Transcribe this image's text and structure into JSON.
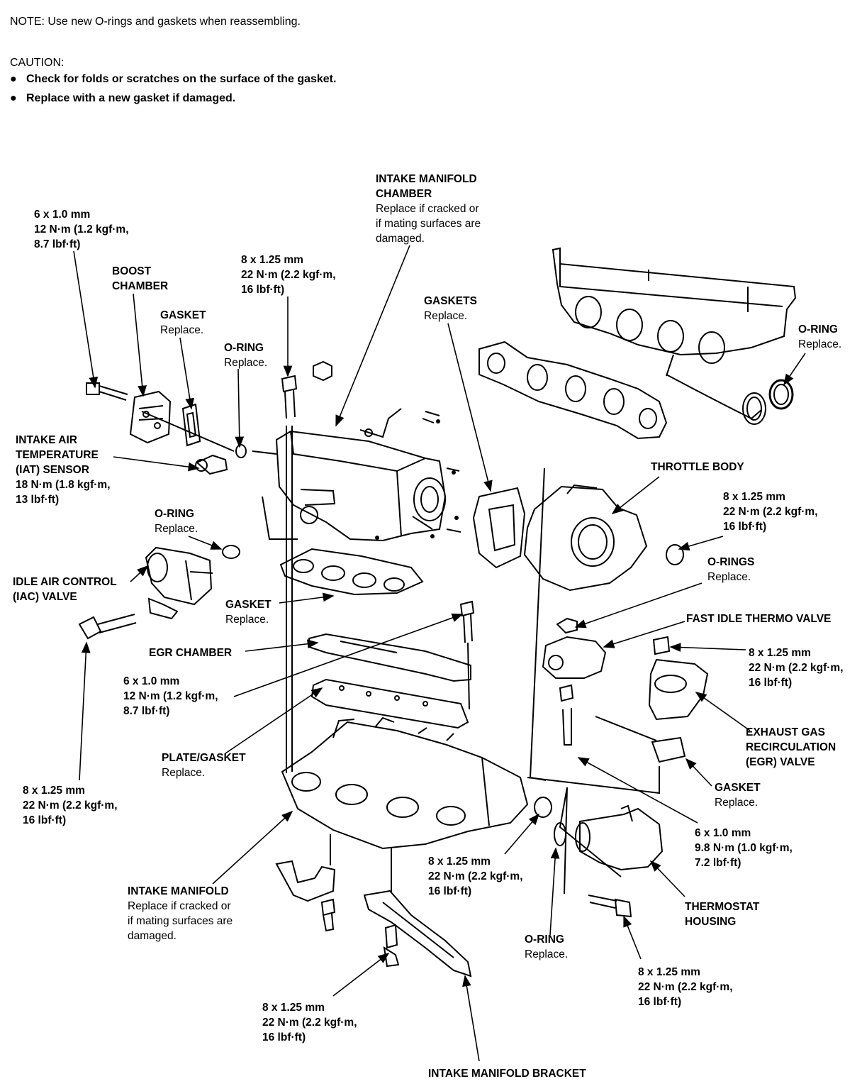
{
  "note": "NOTE:  Use new O-rings and gaskets when reassembling.",
  "caution": {
    "title": "CAUTION:",
    "items": [
      "Check for folds or scratches on the surface of the gasket.",
      "Replace with a new gasket if damaged."
    ]
  },
  "labels": {
    "intake_chamber": {
      "name1": "INTAKE MANIFOLD",
      "name2": "CHAMBER",
      "note1": "Replace if cracked or",
      "note2": "if mating surfaces are",
      "note3": "damaged."
    },
    "bolt_6x10_top": {
      "l1": "6 x 1.0 mm",
      "l2": "12 N·m (1.2 kgf·m,",
      "l3": "8.7 lbf·ft)"
    },
    "boost_chamber": {
      "l1": "BOOST",
      "l2": "CHAMBER"
    },
    "gasket_top": {
      "name": "GASKET",
      "note": "Replace."
    },
    "oring_top": {
      "name": "O-RING",
      "note": "Replace."
    },
    "bolt_8x125_top": {
      "l1": "8 x 1.25 mm",
      "l2": "22 N·m (2.2 kgf·m,",
      "l3": "16 lbf·ft)"
    },
    "gaskets_right": {
      "name": "GASKETS",
      "note": "Replace."
    },
    "oring_right": {
      "name": "O-RING",
      "note": "Replace."
    },
    "iat_sensor": {
      "l1": "INTAKE AIR",
      "l2": "TEMPERATURE",
      "l3": "(IAT) SENSOR",
      "l4": "18 N·m (1.8 kgf·m,",
      "l5": "13 lbf·ft)"
    },
    "throttle_body": {
      "name": "THROTTLE BODY"
    },
    "bolt_8x125_throttle": {
      "l1": "8 x 1.25 mm",
      "l2": "22 N·m (2.2 kgf·m,",
      "l3": "16 lbf·ft)"
    },
    "oring_iac": {
      "name": "O-RING",
      "note": "Replace."
    },
    "orings_right": {
      "name": "O-RINGS",
      "note": "Replace."
    },
    "iac_valve": {
      "l1": "IDLE AIR CONTROL",
      "l2": "(IAC) VALVE"
    },
    "gasket_mid": {
      "name": "GASKET",
      "note": "Replace."
    },
    "fast_idle": {
      "name": "FAST IDLE THERMO VALVE"
    },
    "egr_chamber": {
      "name": "EGR CHAMBER"
    },
    "bolt_8x125_egr": {
      "l1": "8 x 1.25 mm",
      "l2": "22 N·m (2.2 kgf·m,",
      "l3": "16 lbf·ft)"
    },
    "bolt_6x10_mid": {
      "l1": "6 x 1.0 mm",
      "l2": "12 N·m (1.2 kgf·m,",
      "l3": "8.7 lbf·ft)"
    },
    "egr_valve": {
      "l1": "EXHAUST GAS",
      "l2": "RECIRCULATION",
      "l3": "(EGR) VALVE"
    },
    "plate_gasket": {
      "name": "PLATE/GASKET",
      "note": "Replace."
    },
    "gasket_egr": {
      "name": "GASKET",
      "note": "Replace."
    },
    "bolt_8x125_left": {
      "l1": "8 x 1.25 mm",
      "l2": "22 N·m (2.2 kgf·m,",
      "l3": "16 lbf·ft)"
    },
    "bolt_6x10_thermo": {
      "l1": "6 x 1.0 mm",
      "l2": "9.8 N·m (1.0 kgf·m,",
      "l3": "7.2 lbf·ft)"
    },
    "bolt_8x125_center": {
      "l1": "8 x 1.25 mm",
      "l2": "22 N·m (2.2 kgf·m,",
      "l3": "16 lbf·ft)"
    },
    "intake_manifold": {
      "name": "INTAKE MANIFOLD",
      "note1": "Replace if cracked or",
      "note2": "if mating surfaces are",
      "note3": "damaged."
    },
    "thermostat_housing": {
      "l1": "THERMOSTAT",
      "l2": "HOUSING"
    },
    "oring_bottom": {
      "name": "O-RING",
      "note": "Replace."
    },
    "bolt_8x125_bottom_right": {
      "l1": "8 x 1.25 mm",
      "l2": "22 N·m (2.2 kgf·m,",
      "l3": "16 lbf·ft)"
    },
    "bolt_8x125_bottom": {
      "l1": "8 x 1.25 mm",
      "l2": "22 N·m (2.2 kgf·m,",
      "l3": "16 lbf·ft)"
    },
    "bracket": {
      "name": "INTAKE MANIFOLD BRACKET"
    }
  }
}
